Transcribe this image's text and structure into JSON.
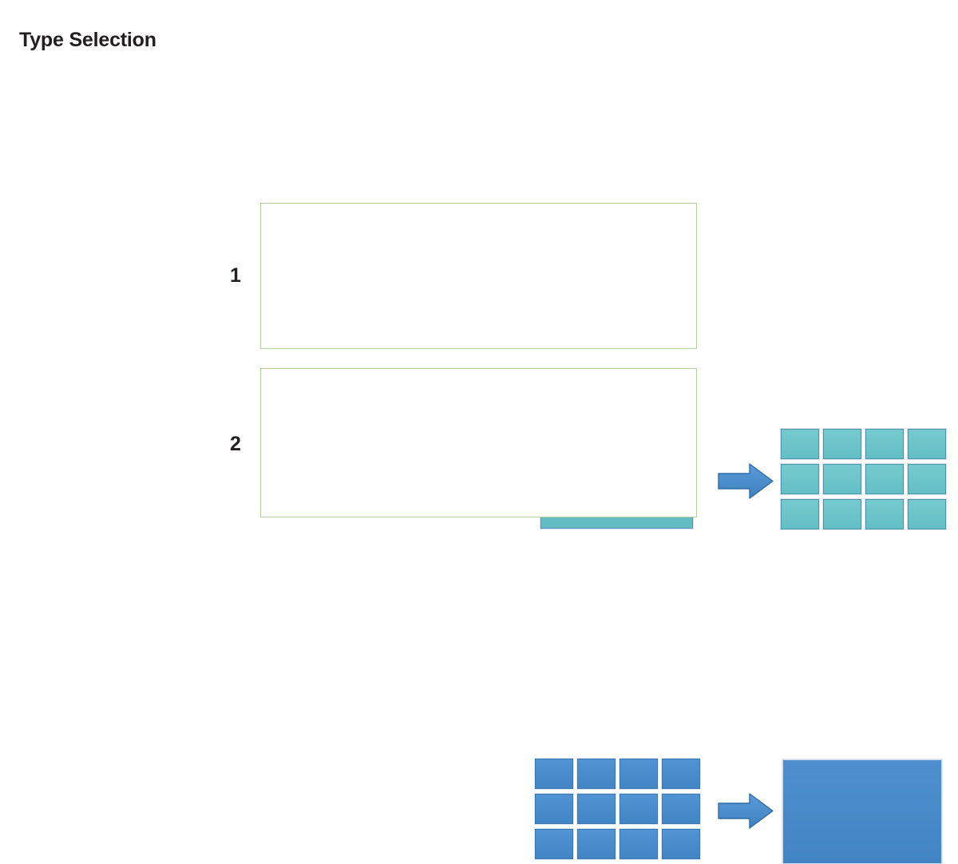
{
  "page": {
    "title": "Type Selection",
    "background": "#ffffff"
  },
  "colors": {
    "title_text": "#231f20",
    "group_border": "#b2cf9e",
    "teal_fill": "#62bfc6",
    "teal_border": "#5b8fbe",
    "blue_fill": "#4285c4",
    "blue_border": "#3b77b0",
    "arrow_fill": "#4285c4",
    "arrow_border": "#2f6ca6"
  },
  "diagram": {
    "type": "transformation-rows",
    "rows": [
      {
        "index": "1",
        "index_label": "1",
        "left": {
          "kind": "single-block",
          "color": "teal",
          "count": 1
        },
        "arrow": {
          "icon": "arrow-right-icon",
          "direction": "right",
          "color": "blue"
        },
        "right": {
          "kind": "tile-grid",
          "color": "teal",
          "columns": 4,
          "rows": 3,
          "count": 12,
          "tiles": [
            "tile-1",
            "tile-2",
            "tile-3",
            "tile-4",
            "tile-5",
            "tile-6",
            "tile-7",
            "tile-8",
            "tile-9",
            "tile-10",
            "tile-11",
            "tile-12"
          ]
        }
      },
      {
        "index": "2",
        "index_label": "2",
        "left": {
          "kind": "tile-grid",
          "color": "blue",
          "columns": 4,
          "rows": 3,
          "count": 12,
          "tiles": [
            "tile-1",
            "tile-2",
            "tile-3",
            "tile-4",
            "tile-5",
            "tile-6",
            "tile-7",
            "tile-8",
            "tile-9",
            "tile-10",
            "tile-11",
            "tile-12"
          ]
        },
        "arrow": {
          "icon": "arrow-right-icon",
          "direction": "right",
          "color": "blue"
        },
        "right": {
          "kind": "single-block",
          "color": "blue",
          "count": 1
        }
      }
    ]
  }
}
